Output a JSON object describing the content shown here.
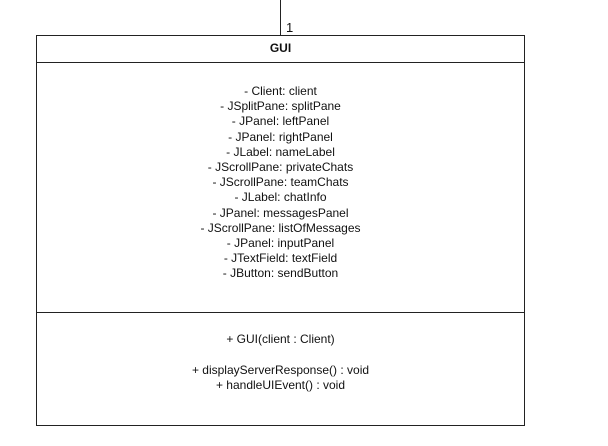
{
  "association": {
    "multiplicity": "1"
  },
  "class": {
    "name": "GUI",
    "attributes": [
      "- Client: client",
      "- JSplitPane: splitPane",
      "- JPanel: leftPanel",
      "- JPanel: rightPanel",
      "- JLabel: nameLabel",
      "- JScrollPane: privateChats",
      "- JScrollPane: teamChats",
      "- JLabel: chatInfo",
      "- JPanel: messagesPanel",
      "- JScrollPane: listOfMessages",
      "- JPanel: inputPanel",
      "- JTextField: textField",
      "- JButton: sendButton"
    ],
    "operations": [
      "+ GUI(client : Client)",
      "+ displayServerResponse() : void",
      "+ handleUIEvent() :  void"
    ]
  }
}
